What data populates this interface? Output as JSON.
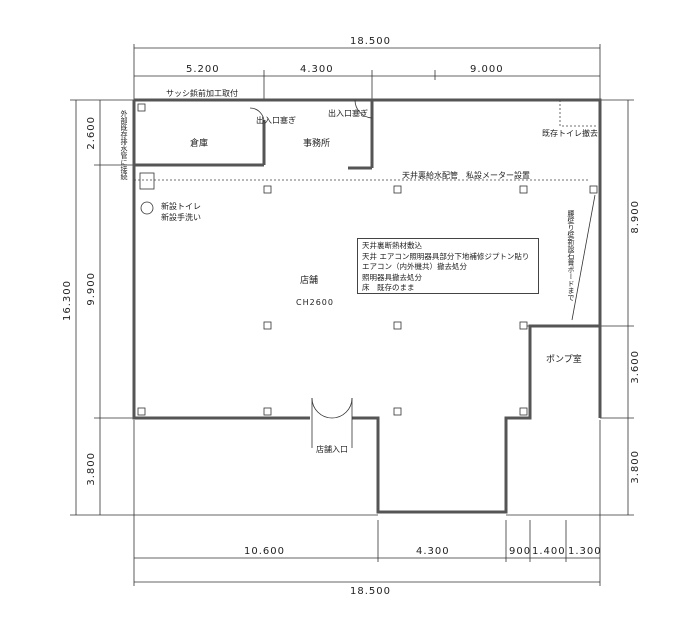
{
  "dimensions": {
    "top_total": "18.500",
    "top_segments": [
      "5.200",
      "4.300",
      "9.000"
    ],
    "bottom_total": "18.500",
    "bottom_segments": [
      "10.600",
      "4.300",
      "900",
      "1.400",
      "1.300"
    ],
    "left_total": "16.300",
    "left_segments": [
      "2.600",
      "9.900",
      "3.800"
    ],
    "right_segments": [
      "8.900",
      "3.600",
      "3.800"
    ]
  },
  "rooms": {
    "storage": "倉庫",
    "office": "事務所",
    "store": "店舗",
    "ceiling_height": "CH2600",
    "pump_room": "ポンプ室",
    "entrance": "店舗入口"
  },
  "labels": {
    "sash": "サッシ鋲前加工取付",
    "door_close_1": "出入口塞ぎ",
    "door_close_2": "出入口塞ぎ",
    "existing_toilet": "既存トイレ撤去",
    "ceiling_pipe": "天井裏給水配管　私設メーター設置",
    "drain": "外部既存排水管に接続",
    "new_toilet": "新設トイレ",
    "new_sink": "新設手洗い",
    "wall_note": "腰壁り壁新設石膏ボードまで"
  },
  "notes": [
    "天井裏断熱材敷込",
    "天井 エアコン照明器具部分下地補修ジプトン貼り",
    "エアコン（内外機共）撤去処分",
    "照明器具撤去処分",
    "床　既存のまま"
  ]
}
